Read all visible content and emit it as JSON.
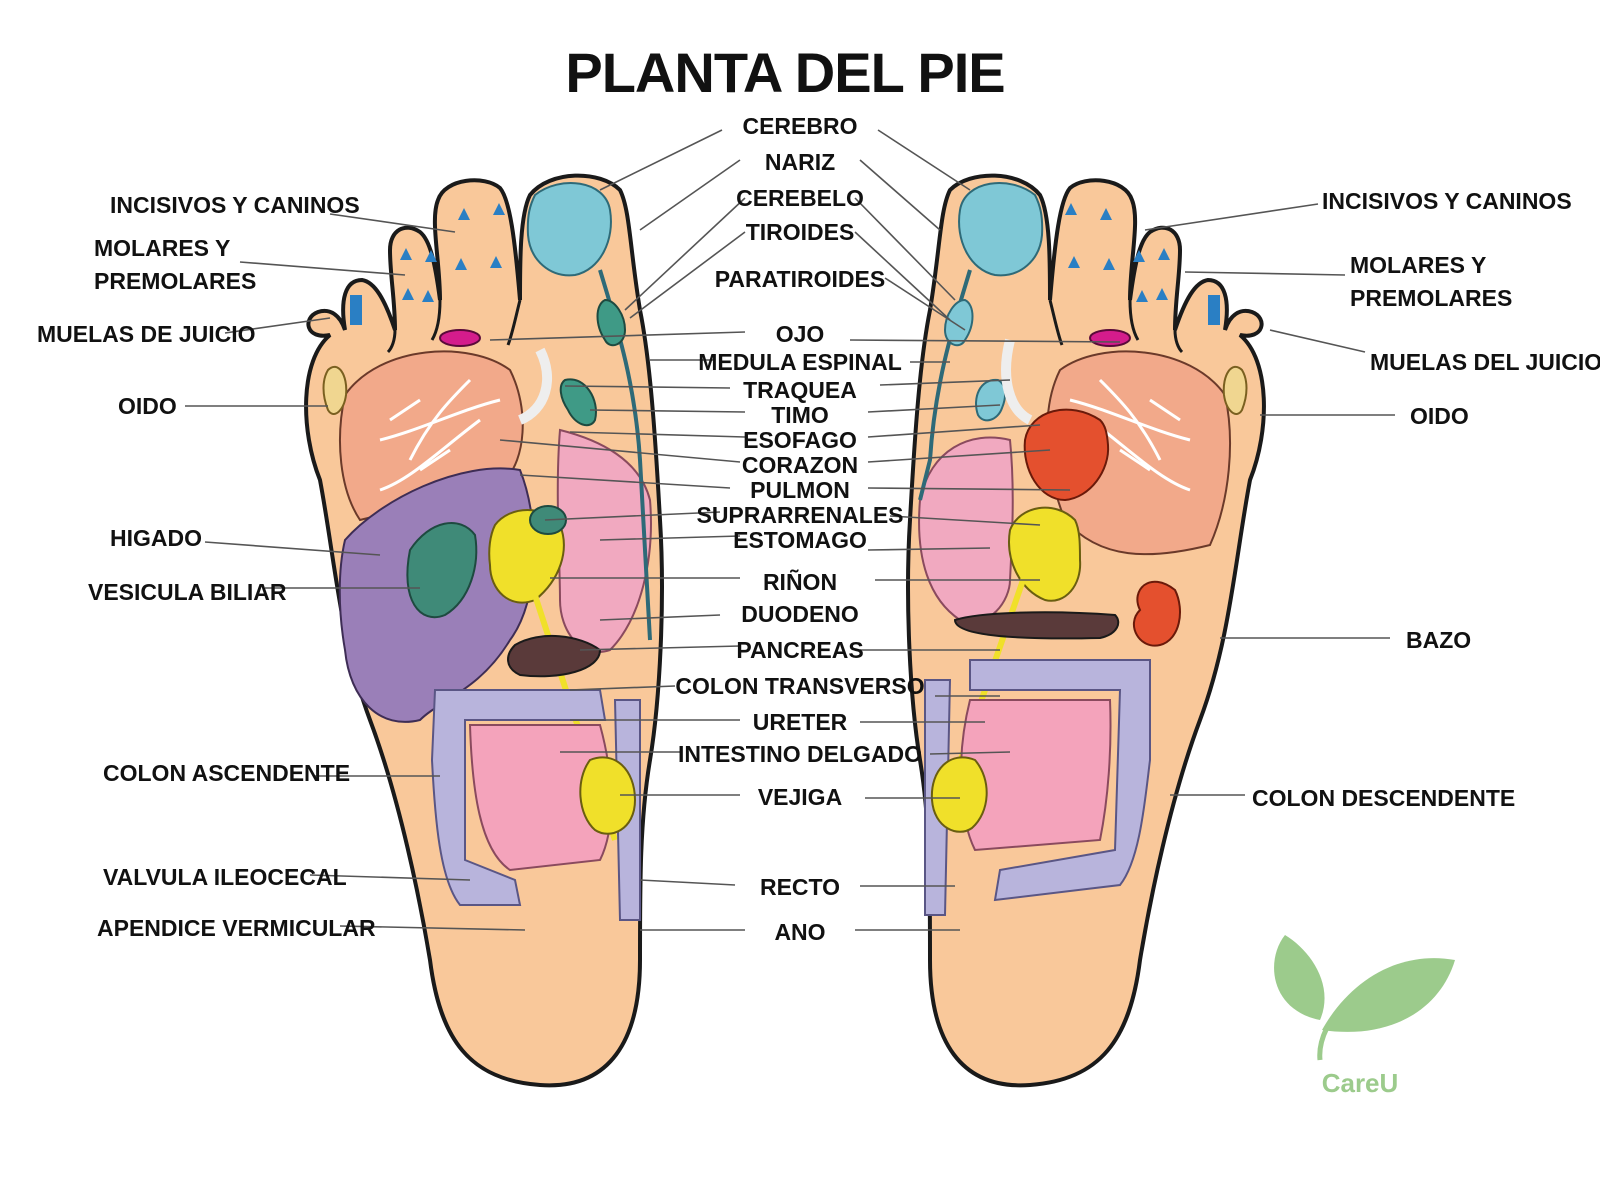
{
  "title": "PLANTA DEL PIE",
  "colors": {
    "skin": "#f9c89a",
    "outline": "#1a1a1a",
    "lung": "#f2a98a",
    "liver": "#9a7fb8",
    "gallbladder": "#3f8a78",
    "kidney": "#f0e02a",
    "stomach": "#f1a9c0",
    "intestine": "#f4a3bb",
    "colon": "#b8b4dc",
    "brain": "#7fc8d6",
    "heart": "#e4502e",
    "spleen": "#e4502e",
    "eye": "#d41c8c",
    "teeth": "#2a7fc4",
    "thyroid": "#3f9a86",
    "logo": "#9ccb8c"
  },
  "center_labels": {
    "cerebro": "CEREBRO",
    "nariz": "NARIZ",
    "cerebelo": "CEREBELO",
    "tiroides": "TIROIDES",
    "paratiroides": "PARATIROIDES",
    "ojo": "OJO",
    "medula": "MEDULA ESPINAL",
    "traquea": "TRAQUEA",
    "timo": "TIMO",
    "esofago": "ESOFAGO",
    "corazon": "CORAZON",
    "pulmon": "PULMON",
    "suprarrenales": "SUPRARRENALES",
    "estomago": "ESTOMAGO",
    "rinon": "RIÑON",
    "duodeno": "DUODENO",
    "pancreas": "PANCREAS",
    "colon_transverso": "COLON TRANSVERSO",
    "ureter": "URETER",
    "intestino": "INTESTINO DELGADO",
    "vejiga": "VEJIGA",
    "recto": "RECTO",
    "ano": "ANO"
  },
  "left_labels": {
    "incisivos": "INCISIVOS Y CANINOS",
    "molares_1": "MOLARES Y",
    "molares_2": "PREMOLARES",
    "muelas": "MUELAS DE JUICIO",
    "oido": "OIDO",
    "higado": "HIGADO",
    "vesicula": "VESICULA BILIAR",
    "colon_ascendente": "COLON ASCENDENTE",
    "valvula": "VALVULA ILEOCECAL",
    "apendice": "APENDICE VERMICULAR"
  },
  "right_labels": {
    "incisivos": "INCISIVOS Y CANINOS",
    "molares_1": "MOLARES Y",
    "molares_2": "PREMOLARES",
    "muelas": "MUELAS DEL JUICIO",
    "oido": "OIDO",
    "bazo": "BAZO",
    "colon_descendente": "COLON DESCENDENTE"
  },
  "logo": {
    "text": "CareU",
    "icon": "leaf-icon"
  }
}
